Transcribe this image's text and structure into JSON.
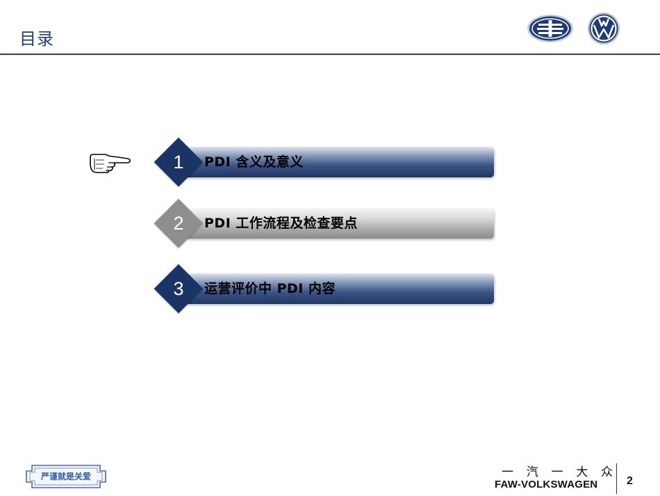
{
  "header": {
    "title": "目录"
  },
  "items": [
    {
      "number": "1",
      "label": "PDI 含义及意义"
    },
    {
      "number": "2",
      "label": "PDI 工作流程及检查要点"
    },
    {
      "number": "3",
      "label": "运营评价中 PDI 内容"
    }
  ],
  "footer": {
    "slogan_logo_text": "严谨就是关爱",
    "brand_cn": [
      "一",
      "汽",
      "一",
      "大",
      "众"
    ],
    "brand_en": "FAW-VOLKSWAGEN",
    "page_number": "2"
  },
  "icons": {
    "pointer": "pointing-hand-icon",
    "faw_logo": "faw-logo-icon",
    "vw_logo": "vw-logo-icon"
  },
  "colors": {
    "accent": "#1b3466",
    "title": "#1f3d7a",
    "inactive": "#8e8e8e"
  }
}
